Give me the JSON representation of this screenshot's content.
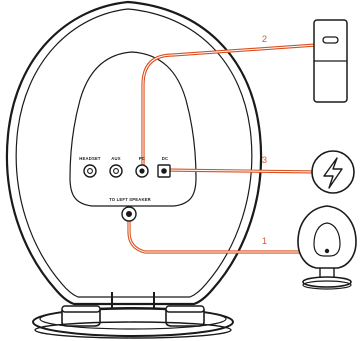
{
  "ports": {
    "headset": "HEADSET",
    "aux": "AUX",
    "pc": "PC",
    "dc": "DC",
    "left_speaker": "TO LEFT SPEAKER"
  },
  "callouts": {
    "left_speaker": "1",
    "pc_usb": "2",
    "power": "3"
  },
  "icons": {
    "usb": "usb-drive-icon",
    "power": "lightning-bolt-icon"
  },
  "colors": {
    "cable": "#d9501f",
    "callout_text": "#e2541b",
    "outline": "#1a1a1a"
  }
}
